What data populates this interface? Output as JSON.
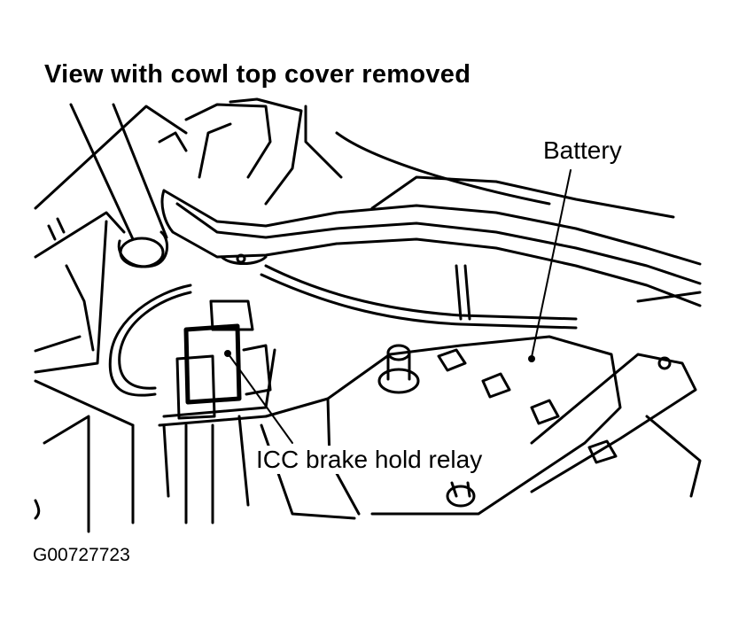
{
  "diagram": {
    "title": "View with cowl top cover removed",
    "labels": {
      "battery": "Battery",
      "relay": "ICC brake hold relay"
    },
    "figure_code": "G00727723"
  }
}
